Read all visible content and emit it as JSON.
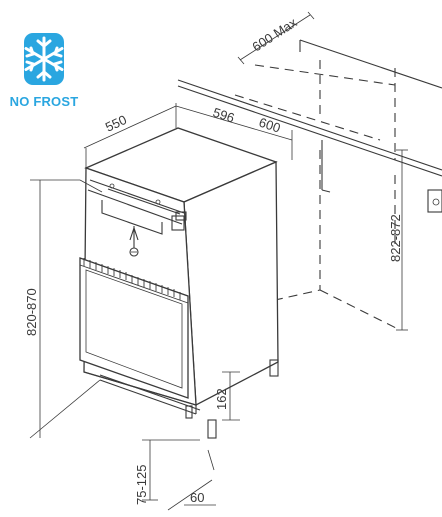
{
  "badge": {
    "label": "NO FROST",
    "icon": "snowflake-icon",
    "color": "#2aa6e0",
    "icon_color": "#ffffff"
  },
  "dimensions": {
    "cabinet_depth_max": "600 Max",
    "appliance_depth": "550",
    "appliance_width": "596",
    "niche_width": "600",
    "niche_height": "822-872",
    "appliance_height": "820-870",
    "plinth_height": "162",
    "foot_height": "75-125",
    "plinth_gap": "60"
  },
  "colors": {
    "line": "#3a3a3a",
    "background": "#ffffff"
  }
}
